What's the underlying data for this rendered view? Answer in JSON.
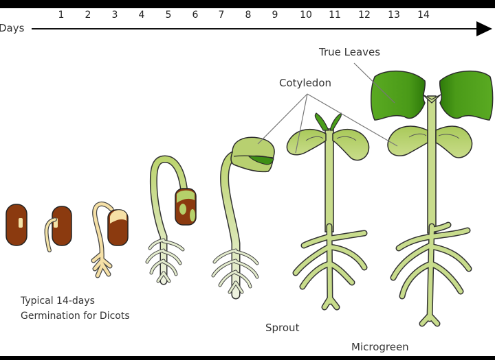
{
  "timeline": {
    "axis_label": "Days",
    "ticks": [
      "1",
      "2",
      "3",
      "4",
      "5",
      "6",
      "7",
      "8",
      "9",
      "10",
      "11",
      "12",
      "13",
      "14"
    ]
  },
  "labels": {
    "true_leaves": "True Leaves",
    "cotyledon": "Cotyledon",
    "caption_line1": "Typical 14-days",
    "caption_line2": "Germination for Dicots",
    "sprout": "Sprout",
    "microgreen": "Microgreen"
  },
  "colors": {
    "seed_brown": "#8b3a0f",
    "seed_tan": "#f5dfa0",
    "cotyledon_green": "#b5d06a",
    "stem_green": "#c8dc8c",
    "true_leaf_green": "#4a9e1a",
    "outline": "#2b2b2b"
  },
  "stages": [
    {
      "name": "seed"
    },
    {
      "name": "radicle-emergence"
    },
    {
      "name": "hook-forming"
    },
    {
      "name": "hypocotyl-arch"
    },
    {
      "name": "cotyledons-emerging"
    },
    {
      "name": "sprout"
    },
    {
      "name": "microgreen"
    }
  ]
}
